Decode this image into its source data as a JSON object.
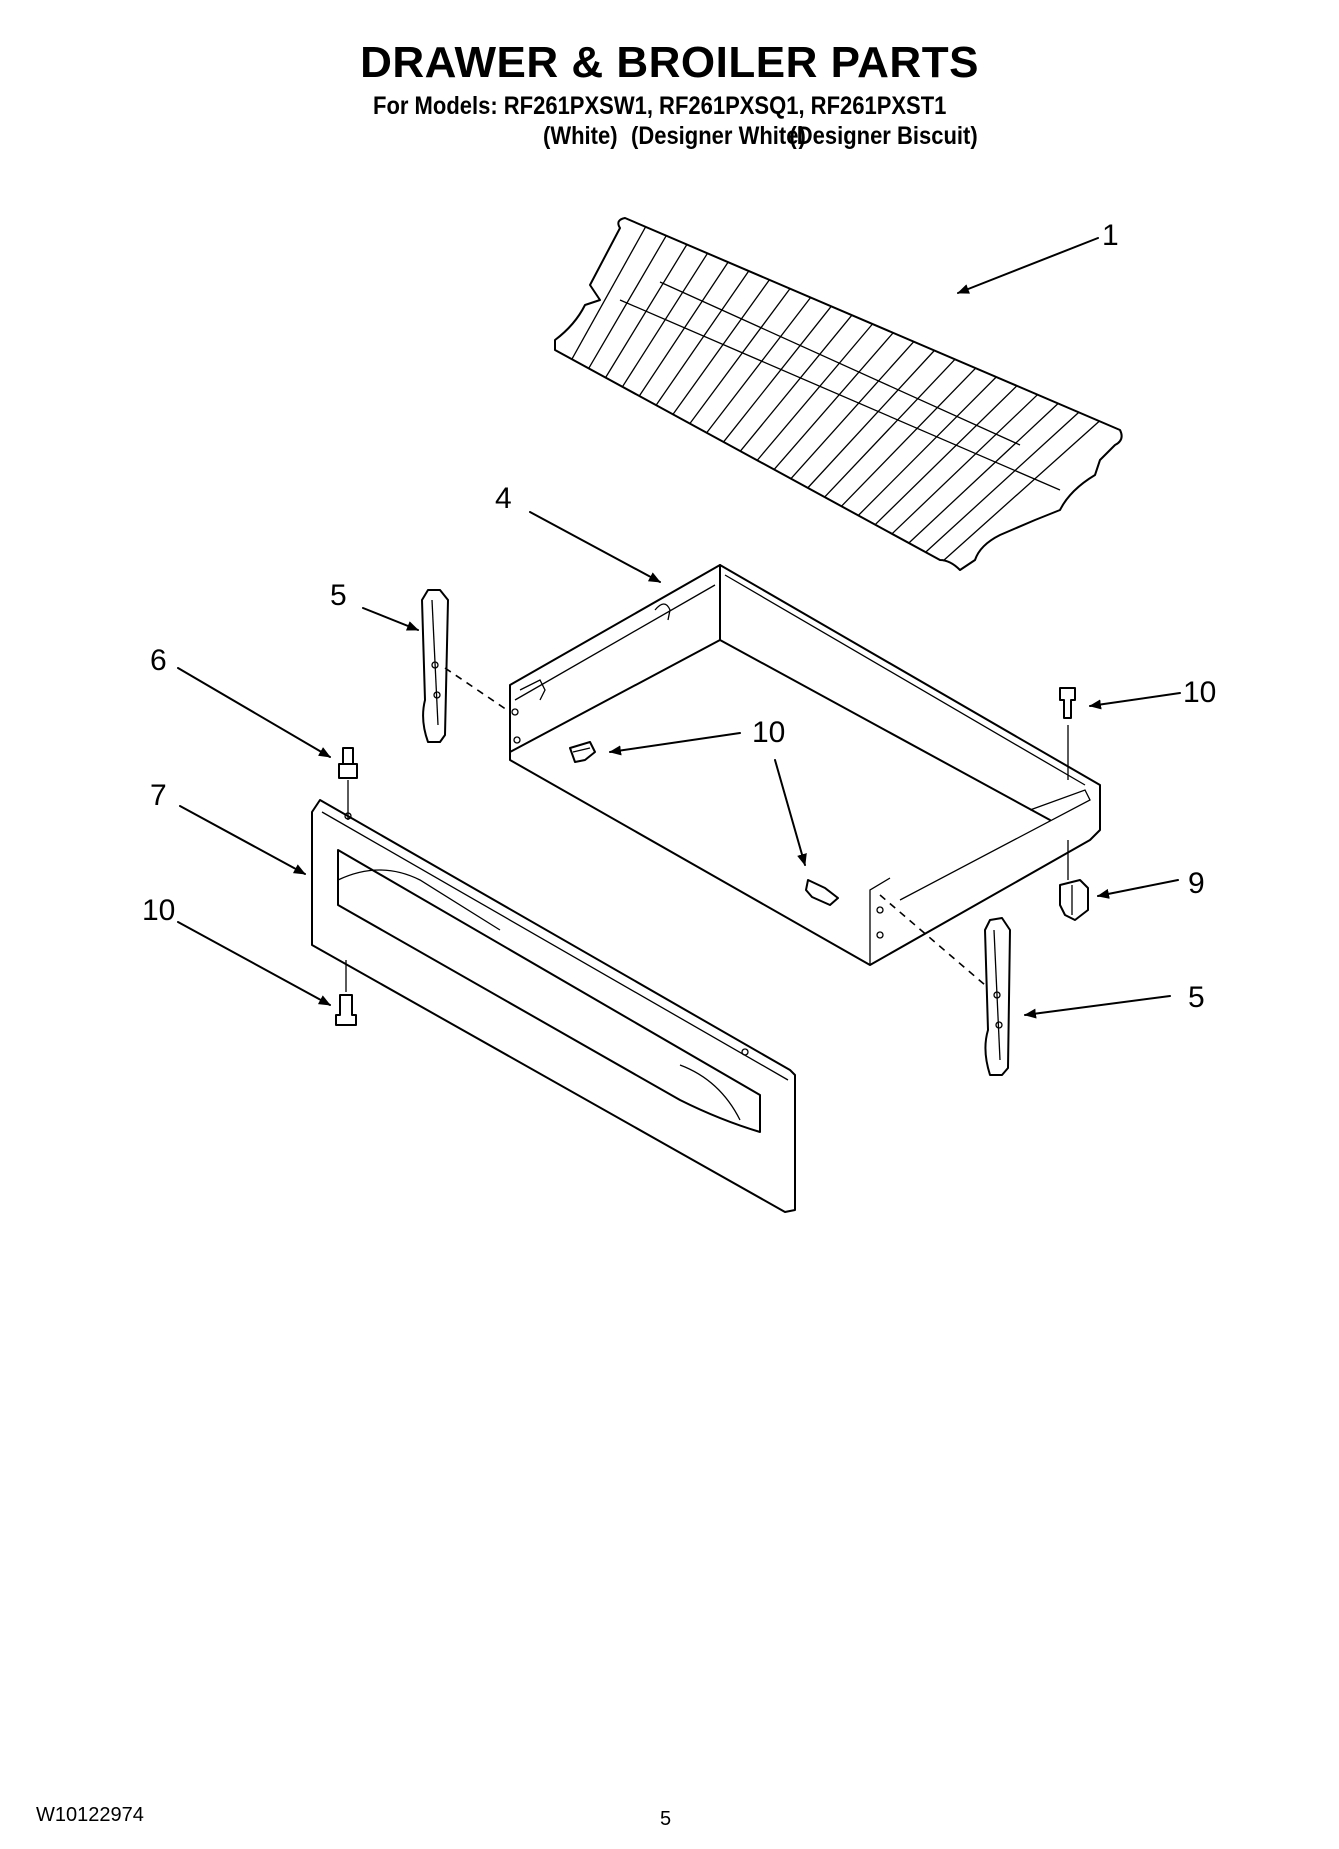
{
  "header": {
    "title": "DRAWER & BROILER PARTS",
    "models_line": "For Models: RF261PXSW1, RF261PXSQ1, RF261PXST1",
    "variants": [
      "(White)",
      "(Designer White)",
      "(Designer Biscuit)"
    ]
  },
  "callouts": {
    "broiler_pan": "1",
    "drawer": "4",
    "slide_left": "5",
    "slide_right": "5",
    "stud": "6",
    "drawer_panel": "7",
    "clip": "9",
    "screw_top_right": "10",
    "screw_center": "10",
    "screw_lower_left": "10"
  },
  "footer": {
    "doc_number": "W10122974",
    "page_number": "5"
  }
}
